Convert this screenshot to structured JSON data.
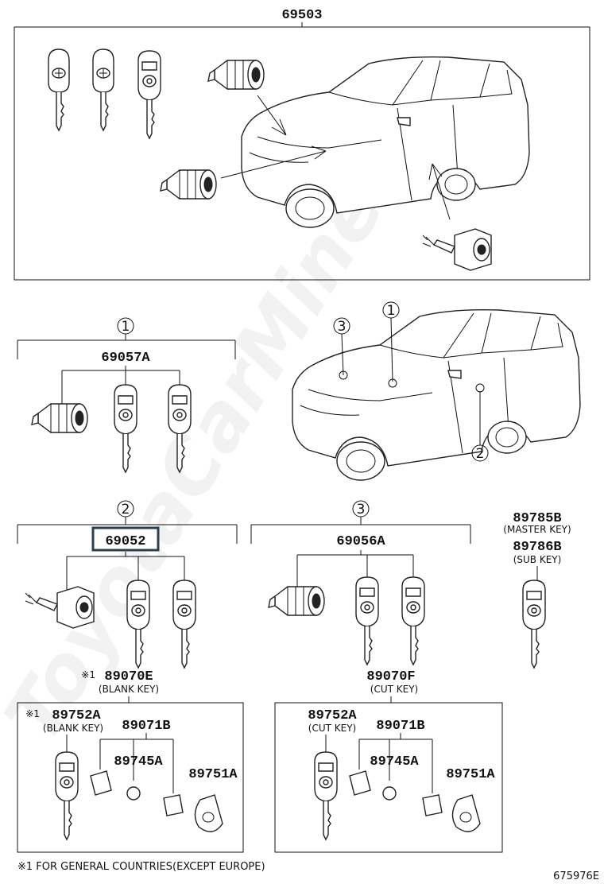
{
  "watermark": "ToyotaCarMine.ru",
  "sections": {
    "top_assembly": {
      "part_no": "69503"
    },
    "group1": {
      "circle": "1",
      "part_no": "69057A"
    },
    "group2": {
      "circle": "2",
      "part_no": "69052"
    },
    "group3": {
      "circle": "3",
      "part_no": "69056A"
    },
    "master_key": {
      "part_no": "89785B",
      "caption": "(MASTER KEY)"
    },
    "sub_key": {
      "part_no": "89786B",
      "caption": "(SUB KEY)"
    },
    "blank_set": {
      "prefix": "※1",
      "part_no": "89070E",
      "caption": "(BLANK KEY)",
      "key_prefix": "※1",
      "key_part_no": "89752A",
      "key_caption": "(BLANK KEY)",
      "transmitter": "89071B",
      "battery": "89745A",
      "cover": "89751A"
    },
    "cut_set": {
      "part_no": "89070F",
      "caption": "(CUT KEY)",
      "key_part_no": "89752A",
      "key_caption": "(CUT KEY)",
      "transmitter": "89071B",
      "battery": "89745A",
      "cover": "89751A"
    }
  },
  "car_callouts": [
    "3",
    "1",
    "2"
  ],
  "footnote": "※1 FOR GENERAL COUNTRIES(EXCEPT EUROPE)",
  "figure_id": "675976E"
}
